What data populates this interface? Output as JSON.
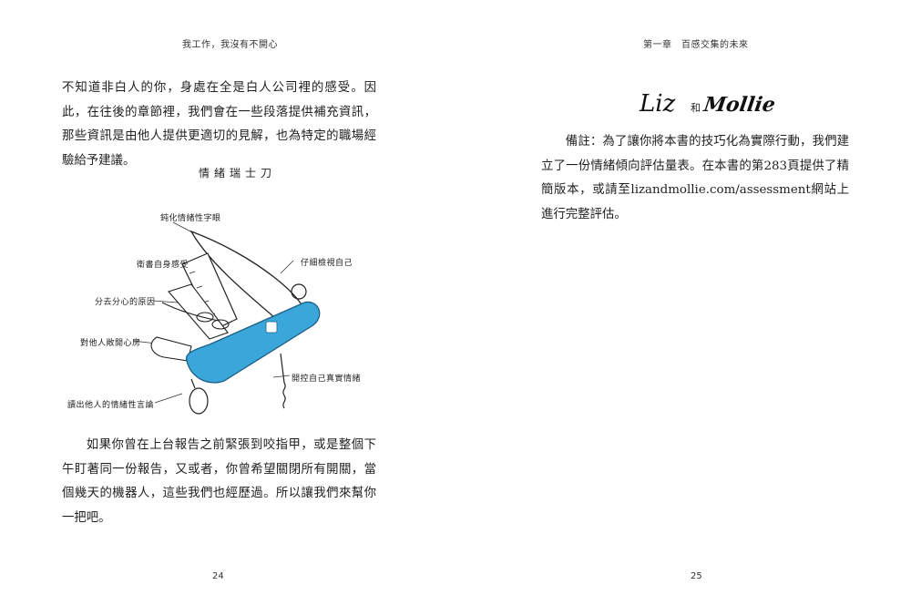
{
  "left_page": {
    "running_head": "我工作，我沒有不開心",
    "paragraph_1": "不知道非白人的你，身處在全是白人公司裡的感受。因此，在往後的章節裡，我們會在一些段落提供補充資訊，那些資訊是由他人提供更適切的見解，也為特定的職場經驗給予建議。",
    "figure": {
      "title": "情緒瑞士刀",
      "labels": [
        "鈍化情緒性字眼",
        "衛書自身感受",
        "仔細檢視自己",
        "分去分心的原因",
        "對他人敞開心房",
        "開控自己真實情緒",
        "讀出他人的情緒性言論"
      ],
      "knife_color": "#3aa6d9"
    },
    "paragraph_2": "如果你曾在上台報告之前緊張到咬指甲，或是整個下午盯著同一份報告，又或者，你曾希望關閉所有開關，當個幾天的機器人，這些我們也經歷過。所以讓我們來幫你一把吧。",
    "page_number": "24"
  },
  "right_page": {
    "running_head": "第一章　百感交集的未來",
    "signature": {
      "name_1": "Liz",
      "joiner": "和",
      "name_2": "Mollie"
    },
    "note": "備註：為了讓你將本書的技巧化為實際行動，我們建立了一份情緒傾向評估量表。在本書的第283頁提供了精簡版本，或請至lizandmollie.com/assessment網站上進行完整評估。",
    "page_number": "25"
  }
}
